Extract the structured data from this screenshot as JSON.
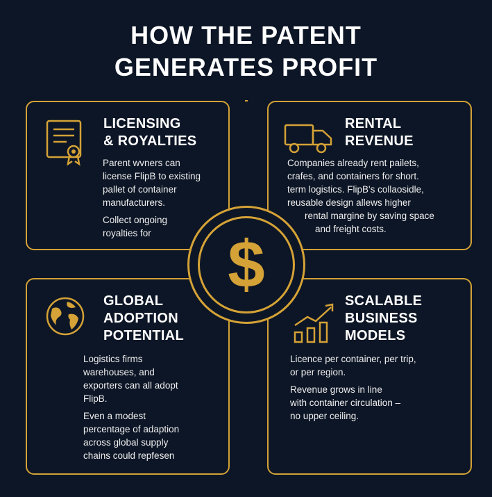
{
  "title": {
    "line1": "HOW THE PATENT",
    "line2": "GENERATES PROFIT"
  },
  "center": {
    "symbol": "$"
  },
  "cards": [
    {
      "id": "licensing",
      "icon": "certificate-icon",
      "heading": [
        "LICENSING",
        "& ROYALTIES"
      ],
      "paragraphs": [
        [
          "Parent wvners can",
          "license FlipB to existing",
          "pallet of container",
          "manufacturers."
        ],
        [
          "Collect ongoing",
          "royalties for"
        ]
      ]
    },
    {
      "id": "rental",
      "icon": "truck-icon",
      "heading": [
        "RENTAL",
        "REVENUE"
      ],
      "paragraphs": [
        [
          "Companies already rent pailets,",
          "crafes, and containers for short.",
          "term logistics. FlipB's collaosidle,",
          "reusable design allews higher"
        ],
        [
          "rental margine by saving space",
          "and freight costs."
        ]
      ]
    },
    {
      "id": "global",
      "icon": "globe-icon",
      "heading": [
        "GLOBAL",
        "ADOPTION",
        "POTENTIAL"
      ],
      "paragraphs": [
        [
          "Logistics firms",
          "warehouses, and",
          "exporters can all adopt",
          "FlipB."
        ],
        [
          "Even a modest",
          "percentage of adaption",
          "across global supply",
          "chains could repfesen"
        ]
      ]
    },
    {
      "id": "scalable",
      "icon": "growth-chart-icon",
      "heading": [
        "SCALABLE",
        "BUSINESS",
        "MODELS"
      ],
      "paragraphs": [
        [
          "Licence per container, per trip,",
          "or per region."
        ],
        [
          "Revenue grows in line",
          "with container circulation –",
          "no upper ceiling."
        ]
      ]
    }
  ],
  "colors": {
    "background": "#0d1626",
    "accent": "#d4a236",
    "text": "#ffffff"
  }
}
